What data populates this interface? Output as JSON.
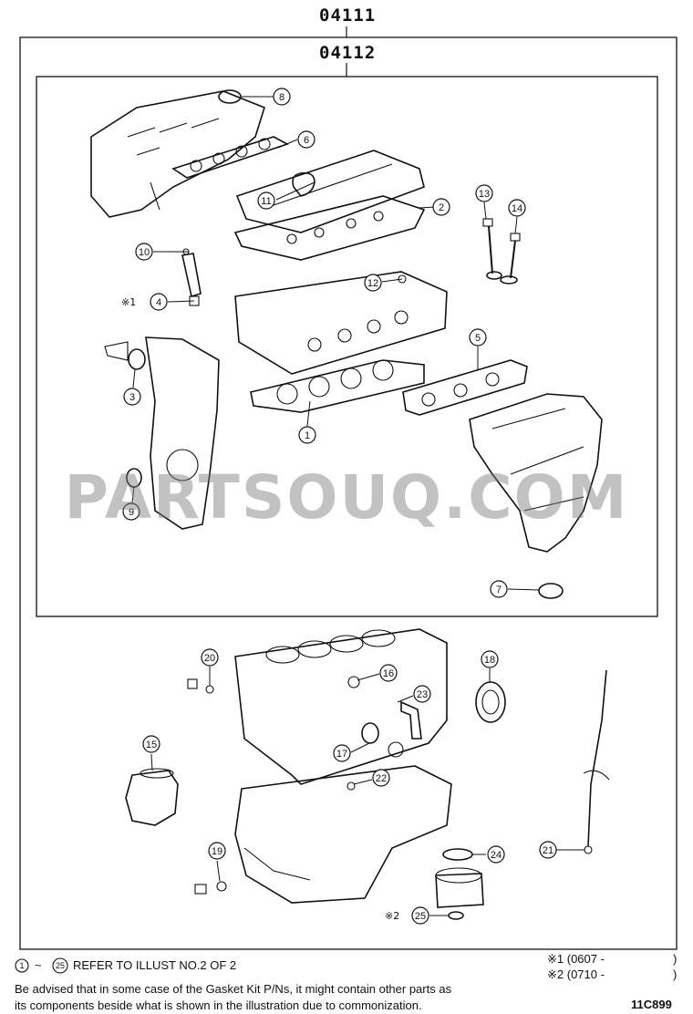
{
  "kits": {
    "outer": "04111",
    "inner": "04112"
  },
  "watermark": "PARTSOUQ.COM",
  "callouts": [
    "1",
    "2",
    "3",
    "4",
    "5",
    "6",
    "7",
    "8",
    "9",
    "10",
    "11",
    "12",
    "13",
    "14",
    "15",
    "16",
    "17",
    "18",
    "19",
    "20",
    "21",
    "22",
    "23",
    "24",
    "25"
  ],
  "marks": {
    "m1": "※1",
    "m2": "※2"
  },
  "footer": {
    "refer_range_start": "1",
    "refer_range_tilde": "~",
    "refer_range_end": "25",
    "refer_text": "REFER TO ILLUST NO.2 OF 2",
    "note1": "※1 (0607 -",
    "note1_close": ")",
    "note2": "※2 (0710 -",
    "note2_close": ")",
    "advisory_line1": "Be advised that in some case of the Gasket Kit P/Ns, it might contain other parts as",
    "advisory_line2": "its components beside what is shown in the illustration due to commonization.",
    "illustration_code": "11C899"
  }
}
